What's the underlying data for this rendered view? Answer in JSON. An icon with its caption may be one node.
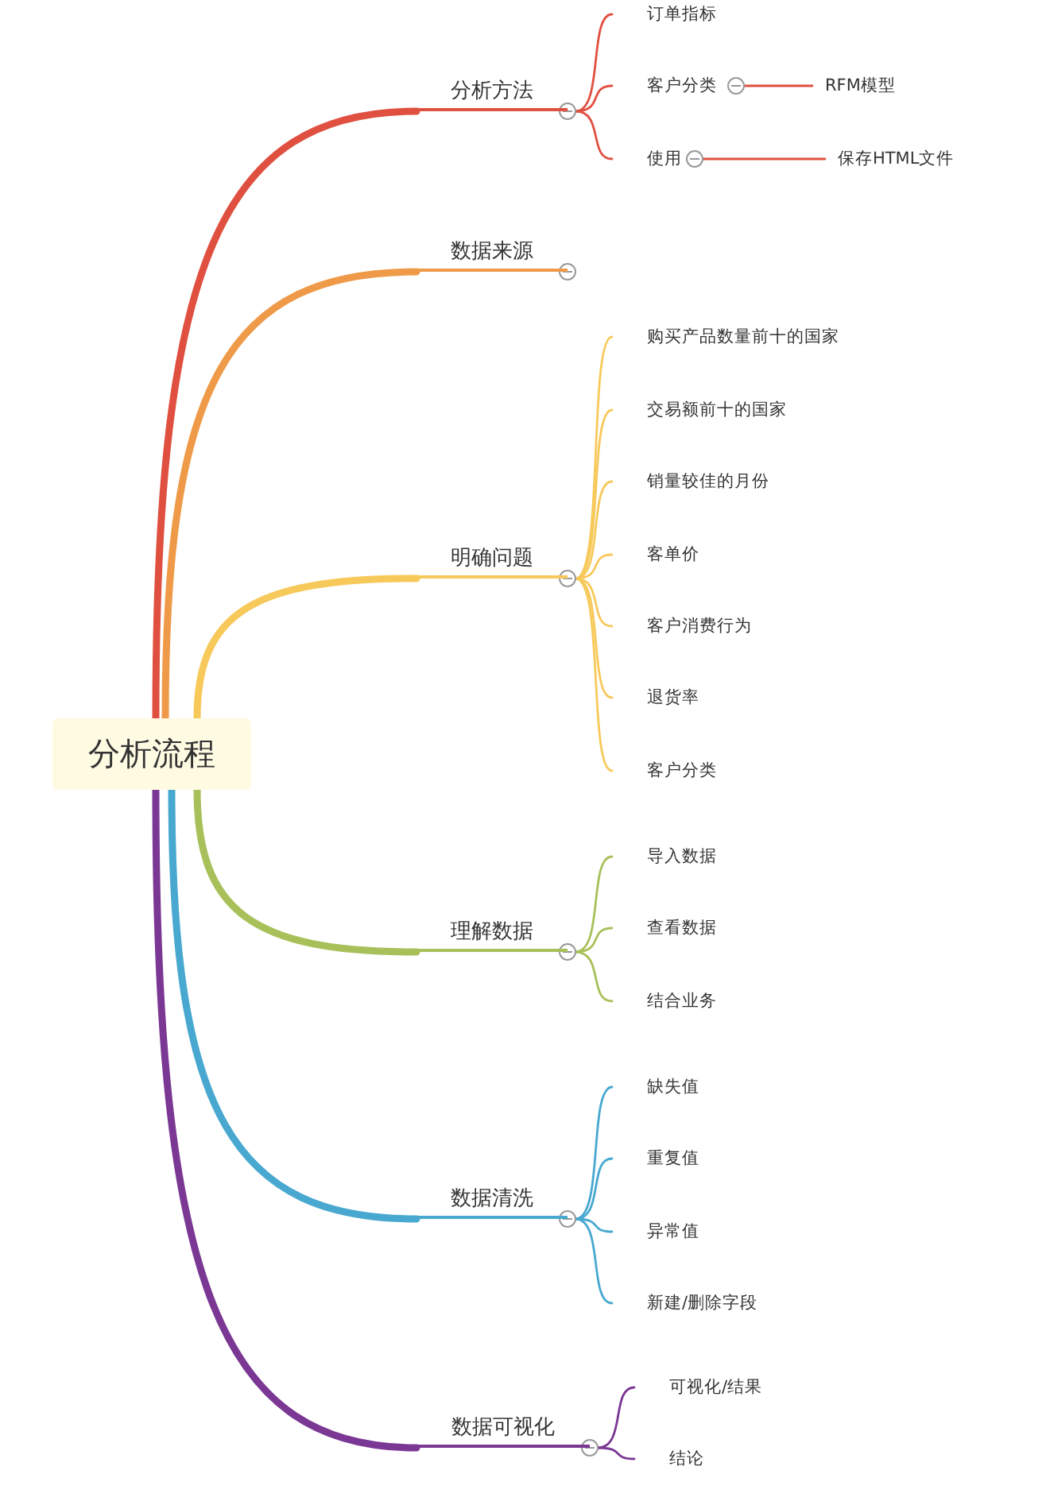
{
  "diagram": {
    "nodes": [
      {
        "text": [
          "分析流程"
        ]
      },
      {
        "text": [
          "分析方法"
        ]
      },
      {
        "text": [
          "订单指标"
        ]
      },
      {
        "text": [
          "客户分类"
        ]
      },
      {
        "text": [
          "RFM模型"
        ]
      },
      {
        "text": [
          "使用"
        ]
      },
      {
        "text": [
          "保存HTML文件"
        ]
      },
      {
        "text": [
          "数据来源"
        ]
      },
      {
        "text": [
          "明确问题"
        ]
      },
      {
        "text": [
          "购买产品数量前十的国家"
        ]
      },
      {
        "text": [
          "交易额前十的国家"
        ]
      },
      {
        "text": [
          "销量较佳的月份"
        ]
      },
      {
        "text": [
          "客单价"
        ]
      },
      {
        "text": [
          "客户消费行为"
        ]
      },
      {
        "text": [
          "退货率"
        ]
      },
      {
        "text": [
          "客户分类"
        ]
      },
      {
        "text": [
          "理解数据"
        ]
      },
      {
        "text": [
          "导入数据"
        ]
      },
      {
        "text": [
          "查看数据"
        ]
      },
      {
        "text": [
          "结合业务"
        ]
      },
      {
        "text": [
          "数据清洗"
        ]
      },
      {
        "text": [
          "缺失值"
        ]
      },
      {
        "text": [
          "重复值"
        ]
      },
      {
        "text": [
          "异常值"
        ]
      },
      {
        "text": [
          "新建/删除字段"
        ]
      },
      {
        "text": [
          "数据可视化"
        ]
      },
      {
        "text": [
          "可视化/结果"
        ]
      },
      {
        "text": [
          "结论"
        ]
      }
    ],
    "edges": [
      {
        "from": 0,
        "to": 1,
        "arrow": "none",
        "style": "thick",
        "color": "#e05040"
      },
      {
        "from": 1,
        "to": 2,
        "arrow": "none",
        "color": "#e05040"
      },
      {
        "from": 1,
        "to": 3,
        "arrow": "none",
        "color": "#e05040"
      },
      {
        "from": 3,
        "to": 4,
        "arrow": "none",
        "color": "#e05040"
      },
      {
        "from": 1,
        "to": 5,
        "arrow": "none",
        "color": "#e05040"
      },
      {
        "from": 5,
        "to": 6,
        "arrow": "none",
        "color": "#e05040"
      },
      {
        "from": 0,
        "to": 7,
        "arrow": "none",
        "style": "thick",
        "color": "#ef9a48"
      },
      {
        "from": 0,
        "to": 8,
        "arrow": "none",
        "style": "thick",
        "color": "#f7c95a"
      },
      {
        "from": 8,
        "to": 9,
        "arrow": "none",
        "color": "#f7c95a"
      },
      {
        "from": 8,
        "to": 10,
        "arrow": "none",
        "color": "#f7c95a"
      },
      {
        "from": 8,
        "to": 11,
        "arrow": "none",
        "color": "#f7c95a"
      },
      {
        "from": 8,
        "to": 12,
        "arrow": "none",
        "color": "#f7c95a"
      },
      {
        "from": 8,
        "to": 13,
        "arrow": "none",
        "color": "#f7c95a"
      },
      {
        "from": 8,
        "to": 14,
        "arrow": "none",
        "color": "#f7c95a"
      },
      {
        "from": 8,
        "to": 15,
        "arrow": "none",
        "color": "#f7c95a"
      },
      {
        "from": 0,
        "to": 16,
        "arrow": "none",
        "style": "thick",
        "color": "#a8c05a"
      },
      {
        "from": 16,
        "to": 17,
        "arrow": "none",
        "color": "#a8c05a"
      },
      {
        "from": 16,
        "to": 18,
        "arrow": "none",
        "color": "#a8c05a"
      },
      {
        "from": 16,
        "to": 19,
        "arrow": "none",
        "color": "#a8c05a"
      },
      {
        "from": 0,
        "to": 20,
        "arrow": "none",
        "style": "thick",
        "color": "#48a8d0"
      },
      {
        "from": 20,
        "to": 21,
        "arrow": "none",
        "color": "#48a8d0"
      },
      {
        "from": 20,
        "to": 22,
        "arrow": "none",
        "color": "#48a8d0"
      },
      {
        "from": 20,
        "to": 23,
        "arrow": "none",
        "color": "#48a8d0"
      },
      {
        "from": 20,
        "to": 24,
        "arrow": "none",
        "color": "#48a8d0"
      },
      {
        "from": 0,
        "to": 25,
        "arrow": "none",
        "style": "thick",
        "color": "#7b3794"
      },
      {
        "from": 25,
        "to": 26,
        "arrow": "none",
        "color": "#7b3794"
      },
      {
        "from": 25,
        "to": 27,
        "arrow": "none",
        "color": "#7b3794"
      }
    ]
  }
}
